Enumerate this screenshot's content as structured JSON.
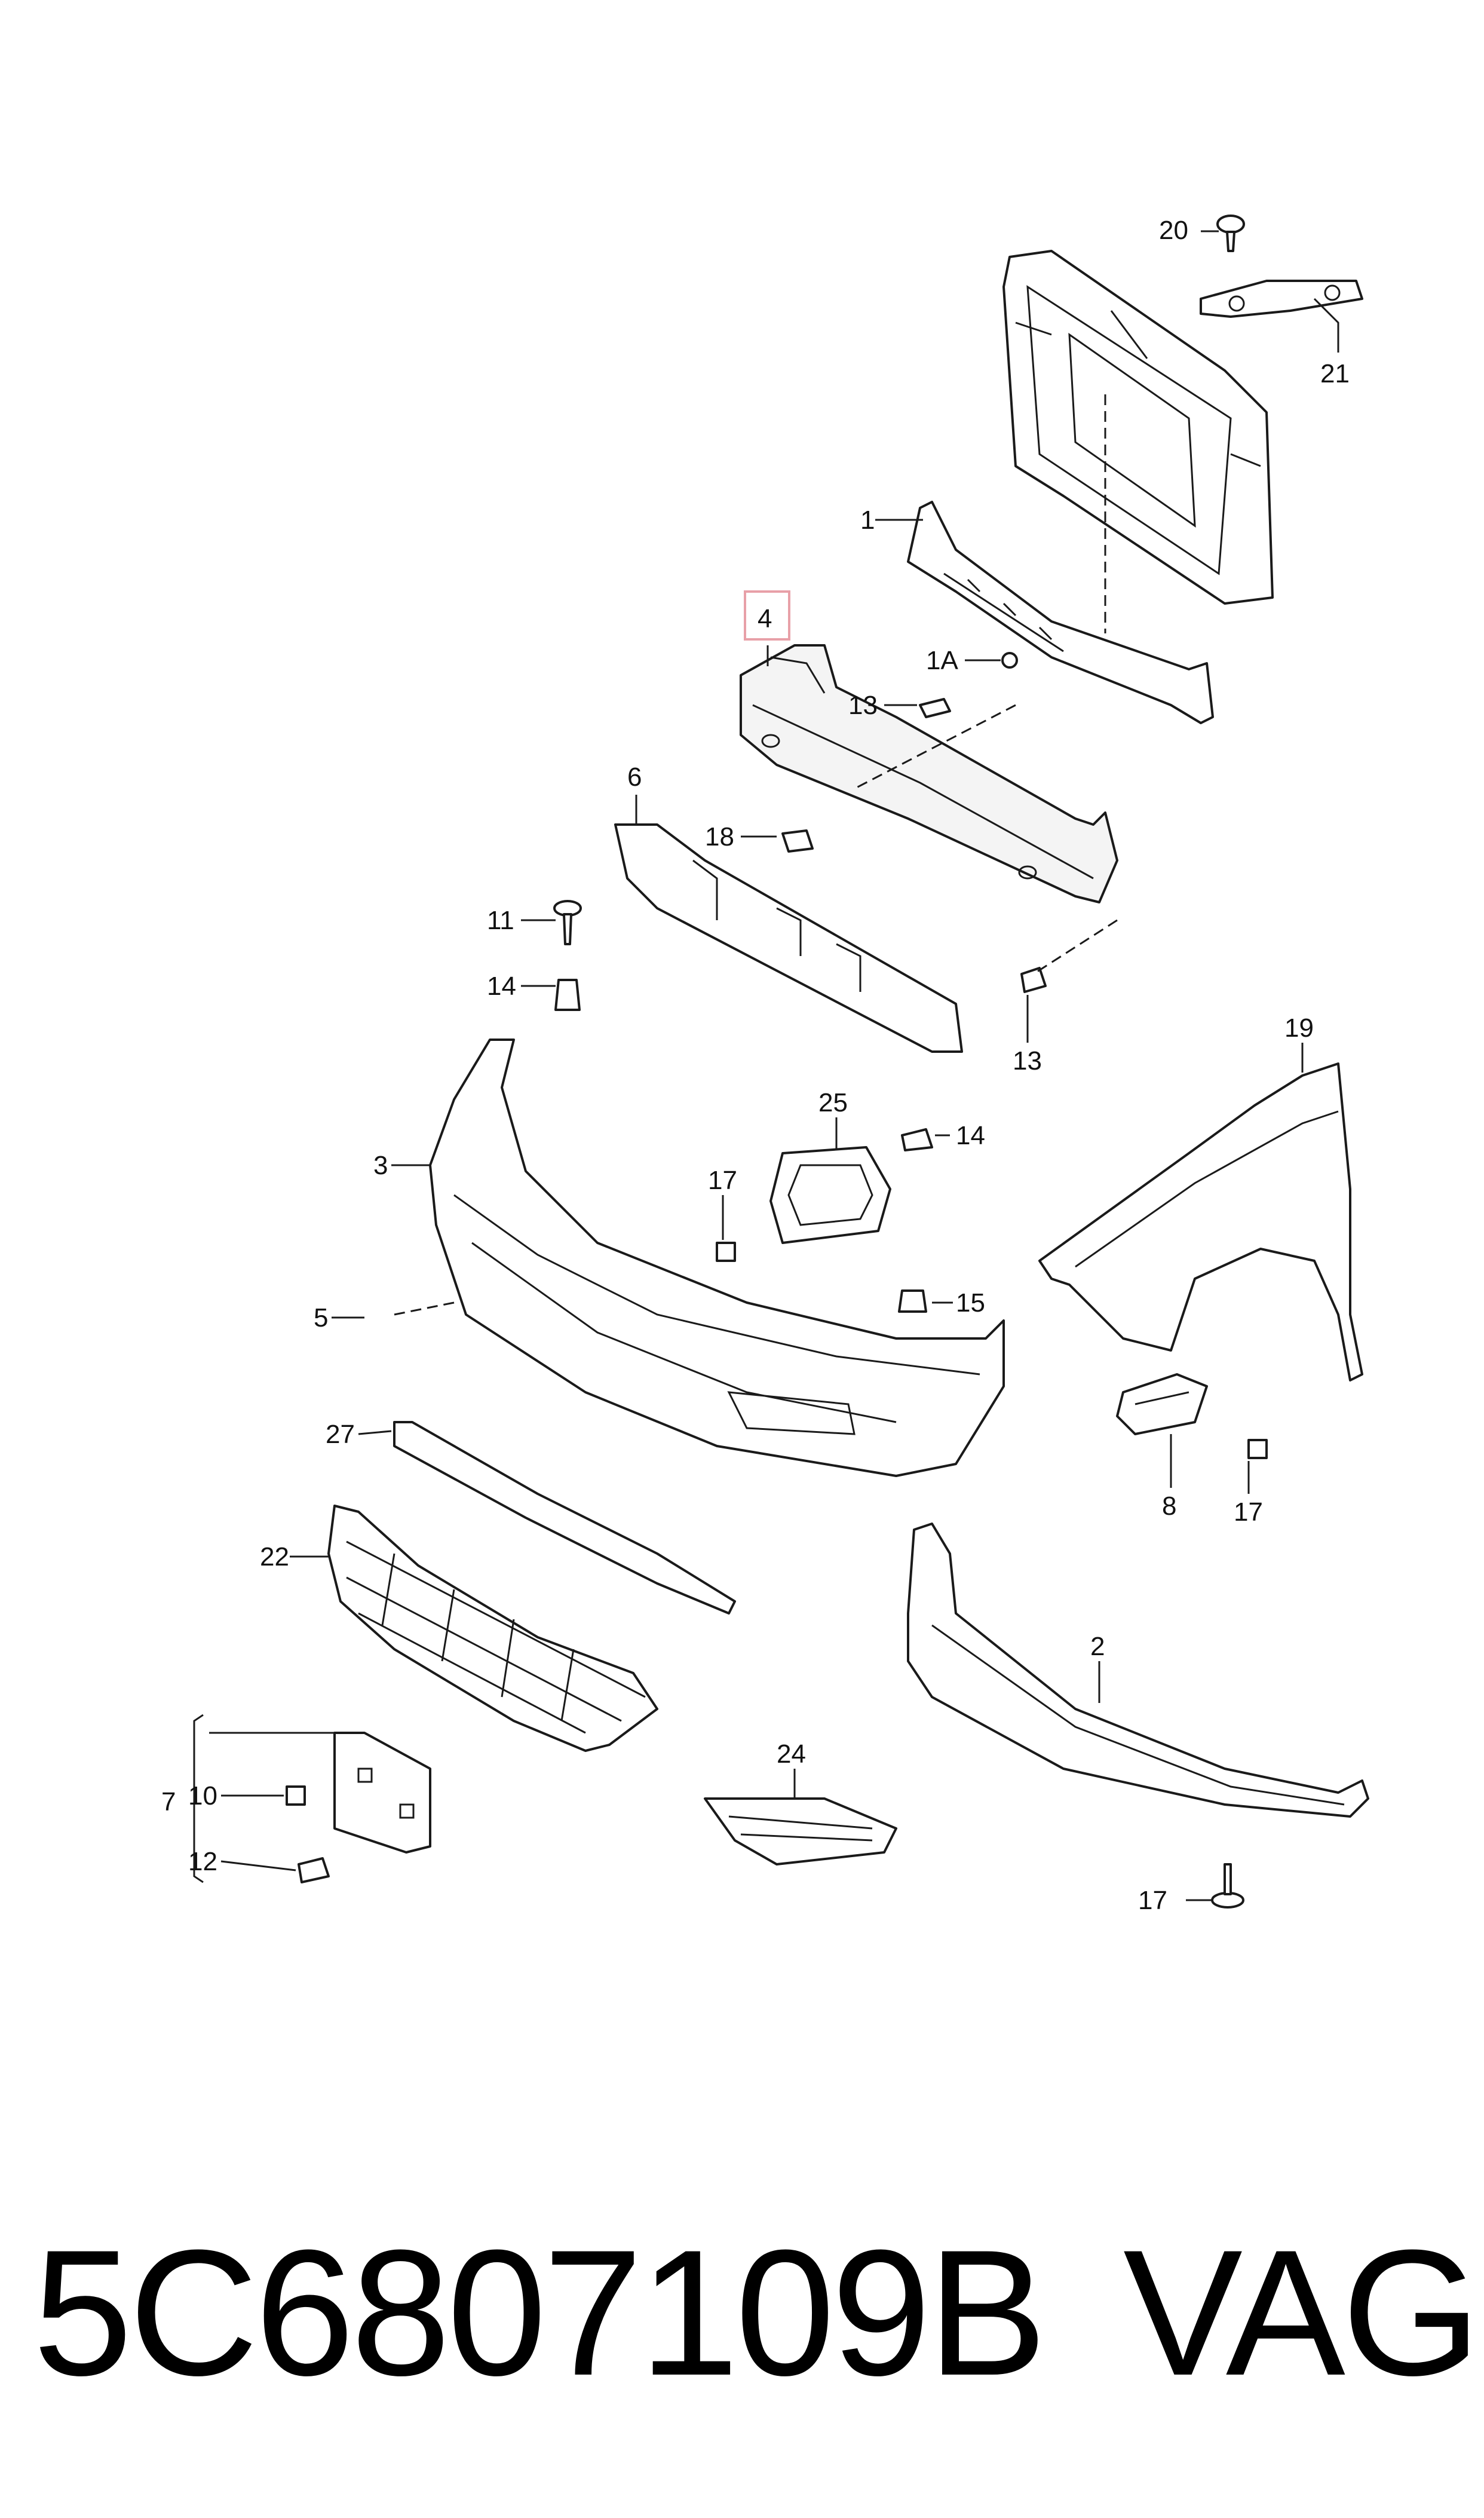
{
  "diagram": {
    "callouts": {
      "c20": "20",
      "c21": "21",
      "c1": "1",
      "c4": "4",
      "c1A": "1A",
      "c13a": "13",
      "c6": "6",
      "c18": "18",
      "c11": "11",
      "c14a": "14",
      "c13b": "13",
      "c19": "19",
      "c25": "25",
      "c14b": "14",
      "c3": "3",
      "c17a": "17",
      "c5": "5",
      "c15": "15",
      "c27": "27",
      "c8": "8",
      "c17b": "17",
      "c22": "22",
      "c2": "2",
      "c24": "24",
      "c7": "7",
      "c10": "10",
      "c12": "12",
      "c17c": "17"
    },
    "highlight_color": "#e8a0a8"
  },
  "footer": {
    "part_number": "5C6807109B",
    "brand": "VAG"
  }
}
